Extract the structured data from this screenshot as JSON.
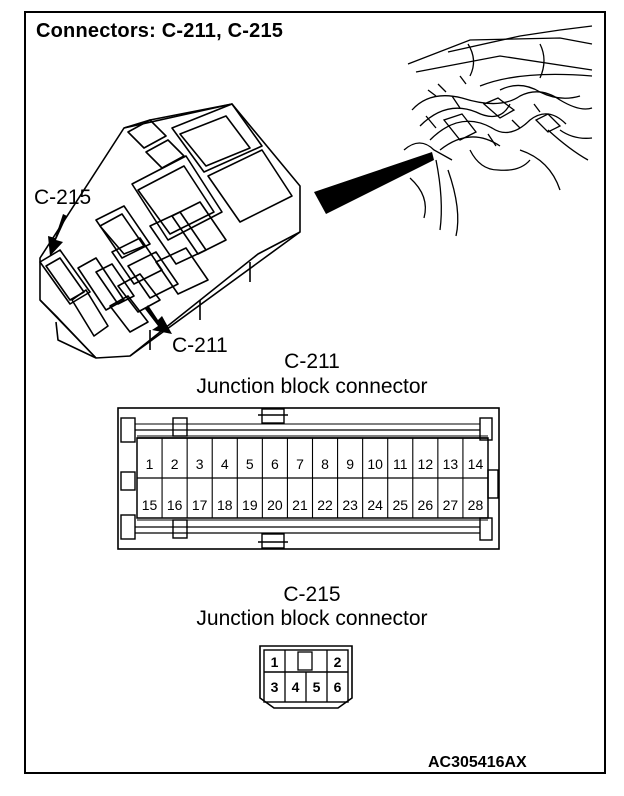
{
  "title": "Connectors: C-211, C-215",
  "callouts": {
    "c215": "C-215",
    "c211": "C-211"
  },
  "connectors": {
    "c211": {
      "code": "C-211",
      "name": "Junction block connector",
      "top_row": [
        "1",
        "2",
        "3",
        "4",
        "5",
        "6",
        "7",
        "8",
        "9",
        "10",
        "11",
        "12",
        "13",
        "14"
      ],
      "bottom_row": [
        "15",
        "16",
        "17",
        "18",
        "19",
        "20",
        "21",
        "22",
        "23",
        "24",
        "25",
        "26",
        "27",
        "28"
      ]
    },
    "c215": {
      "code": "C-215",
      "name": "Junction block connector",
      "top_row": [
        "1",
        "",
        "2"
      ],
      "bottom_row": [
        "3",
        "4",
        "5",
        "6"
      ]
    }
  },
  "figure_id": "AC305416AX"
}
